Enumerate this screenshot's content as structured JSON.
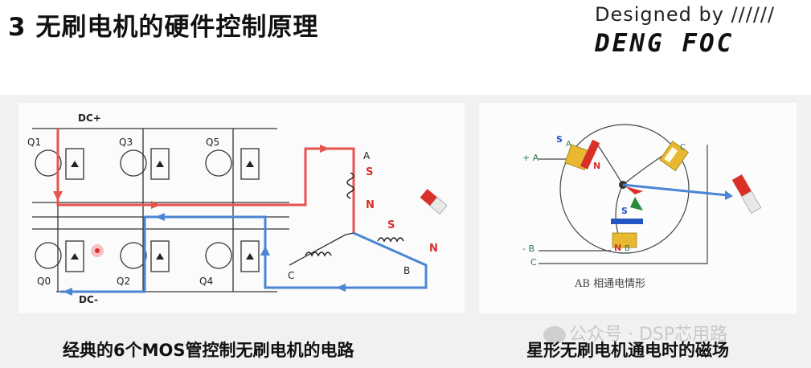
{
  "header": {
    "title": "3 无刷电机的硬件控制原理",
    "brand_line1": "Designed by //////",
    "brand_line2": "DENG FOC"
  },
  "left_diagram": {
    "bus_top": "DC+",
    "bus_bottom": "DC-",
    "transistors": [
      "Q1",
      "Q3",
      "Q5",
      "Q0",
      "Q2",
      "Q4"
    ],
    "phase_labels": [
      "A",
      "B",
      "C"
    ],
    "pole_labels": [
      "S",
      "N",
      "S",
      "N"
    ],
    "caption": "经典的6个MOS管控制无刷电机的电路"
  },
  "right_diagram": {
    "terminals": [
      "+ A",
      "- B",
      "C"
    ],
    "coil_labels": [
      "A",
      "C",
      "B"
    ],
    "pole_labels": [
      "S",
      "N",
      "S",
      "N"
    ],
    "subcaption": "AB 相通电情形",
    "caption": "星形无刷电机通电时的磁场"
  },
  "watermark": "公众号 · DSP芯用路",
  "colors": {
    "red_path": "#e8534f",
    "blue_path": "#4a86d4",
    "magnet_red": "#d9302a",
    "coil_yellow": "#e8b830"
  }
}
